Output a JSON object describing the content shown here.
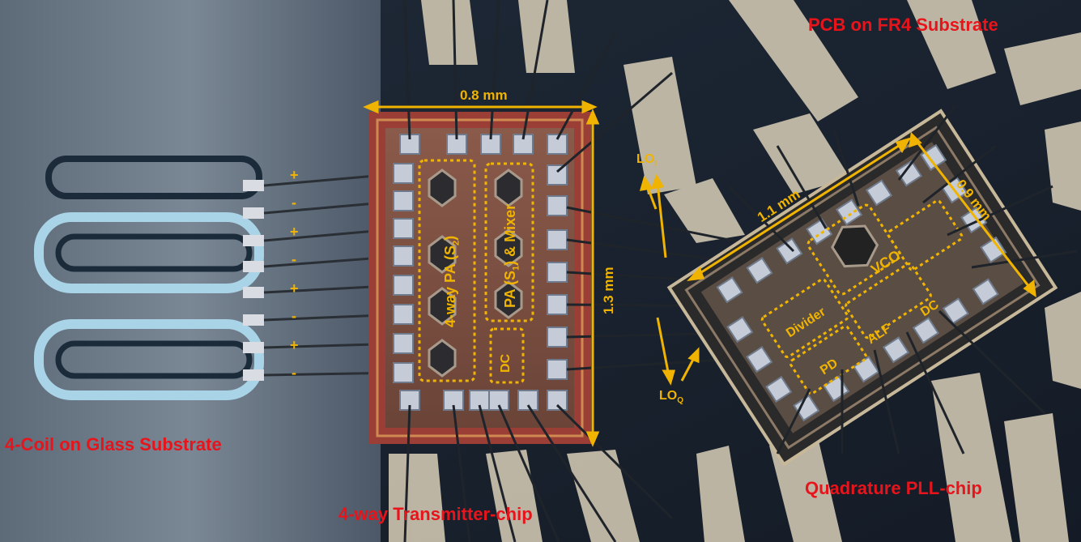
{
  "labels": {
    "pcb": "PCB on FR4 Substrate",
    "coil": "4-Coil on Glass Substrate",
    "tx_chip": "4-way  Transmitter-chip",
    "pll_chip": "Quadrature PLL-chip"
  },
  "dimensions": {
    "tx_width": "0.8 mm",
    "tx_height": "1.3 mm",
    "pll_width": "1.1 mm",
    "pll_height": "0.9 mm"
  },
  "lo": {
    "i_base": "LO",
    "i_sub": "I",
    "q_base": "LO",
    "q_sub": "Q"
  },
  "blocks": {
    "pa_s2": "4-way  PA (S",
    "pa_s2_sub": "2",
    "pa_s2_end": ")",
    "pa_s1": "PA (S",
    "pa_s1_sub": "1",
    "pa_s1_end": ") & Mixer",
    "dc_tx": "DC",
    "vco": "VCO",
    "divider": "Divider",
    "alf": "ALF",
    "pd": "PD",
    "dc_pll": "DC"
  },
  "coil_polarity": [
    "+",
    "-",
    "+",
    "-",
    "+",
    "-",
    "+",
    "-"
  ],
  "colors": {
    "label_red": "#e8141c",
    "annotation_gold": "#f0b400"
  }
}
